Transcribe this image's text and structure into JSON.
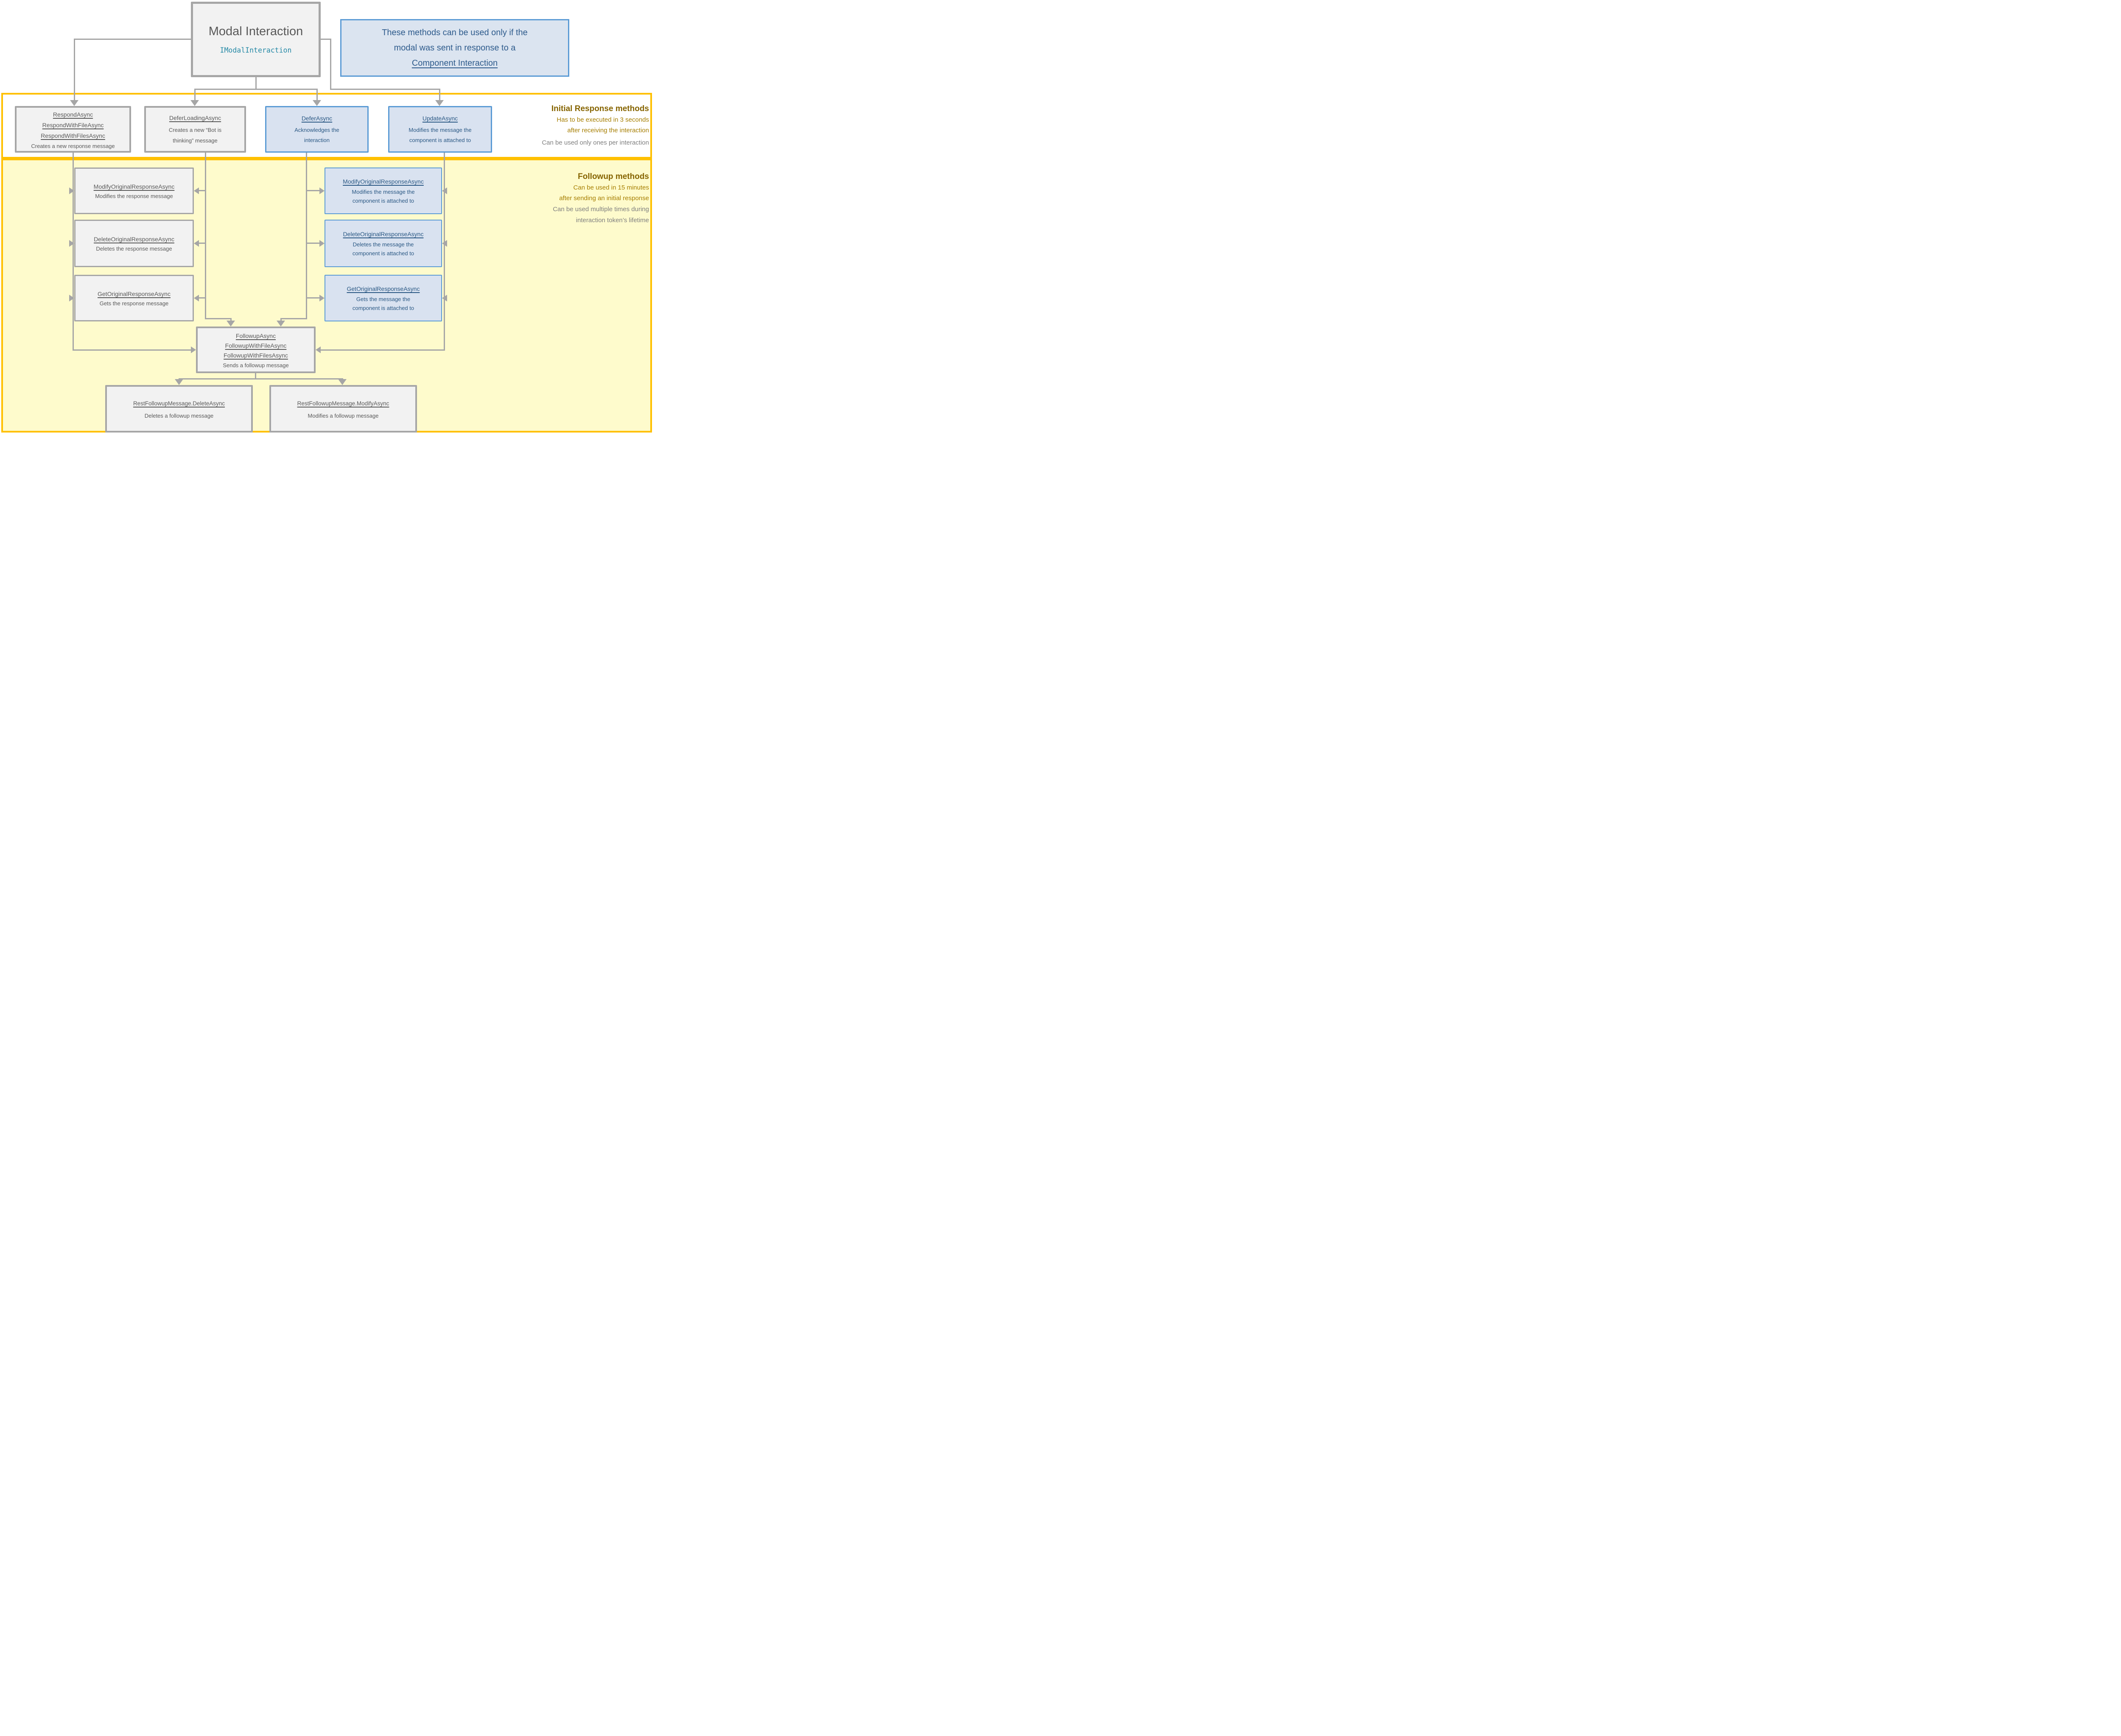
{
  "modal_box": {
    "title": "Modal Interaction",
    "interface": "IModalInteraction"
  },
  "note_box": {
    "line1": "These methods can be used only if the",
    "line2": "modal was sent in response to a",
    "link_text": "Component Interaction"
  },
  "initial_section": {
    "title": "Initial Response methods",
    "gold_line1": "Has to be executed in 3 seconds",
    "gold_line2": "after receiving the interaction",
    "gray_line1": "Can be used only ones per interaction"
  },
  "followup_section": {
    "title": "Followup methods",
    "gold_line1": "Can be used in 15 minutes",
    "gold_line2": "after sending an initial response",
    "gray_line1": "Can be used multiple times during",
    "gray_line2": "interaction token’s lifetime"
  },
  "boxes": {
    "respond": {
      "methods": [
        "RespondAsync",
        "RespondWithFileAsync",
        "RespondWithFilesAsync"
      ],
      "desc": "Creates a new response message"
    },
    "defer_loading": {
      "methods": [
        "DeferLoadingAsync"
      ],
      "desc": "Creates a new “Bot is thinking” message"
    },
    "defer": {
      "methods": [
        "DeferAsync"
      ],
      "desc": "Acknowledges the interaction"
    },
    "update": {
      "methods": [
        "UpdateAsync"
      ],
      "desc": "Modifies the message the component is attached to"
    },
    "modify_left": {
      "methods": [
        "ModifyOriginalResponseAsync"
      ],
      "desc": "Modifies the response message"
    },
    "delete_left": {
      "methods": [
        "DeleteOriginalResponseAsync"
      ],
      "desc": "Deletes the response message"
    },
    "get_left": {
      "methods": [
        "GetOriginalResponseAsync"
      ],
      "desc": "Gets the response message"
    },
    "modify_right": {
      "methods": [
        "ModifyOriginalResponseAsync"
      ],
      "desc": "Modifies the message the component is attached to"
    },
    "delete_right": {
      "methods": [
        "DeleteOriginalResponseAsync"
      ],
      "desc": "Deletes the message the component is attached to"
    },
    "get_right": {
      "methods": [
        "GetOriginalResponseAsync"
      ],
      "desc": "Gets  the message the component is attached to"
    },
    "followup": {
      "methods": [
        "FollowupAsync",
        "FollowupWithFileAsync",
        "FollowupWithFilesAsync"
      ],
      "desc": "Sends a followup message"
    },
    "rest_delete": {
      "methods": [
        "RestFollowupMessage.DeleteAsync"
      ],
      "desc": "Deletes a followup message"
    },
    "rest_modify": {
      "methods": [
        "RestFollowupMessage.ModifyAsync"
      ],
      "desc": "Modifies a followup message"
    }
  },
  "colors": {
    "gray_border": "#A6A6A6",
    "gray_fill": "#F2F2F2",
    "gray_text": "#595959",
    "blue_border": "#5B9BD5",
    "blue_fill": "#D9E2F0",
    "blue_text": "#2A5884",
    "gold_border": "#FFC000",
    "yellow_fill": "#FEFBCC",
    "gold_title_text": "#866400",
    "gold_body_text": "#A67E00",
    "gray_body_text": "#7F7F7F",
    "mono_teal_text": "#2589A6",
    "connector_gray": "#A6A6A6"
  }
}
